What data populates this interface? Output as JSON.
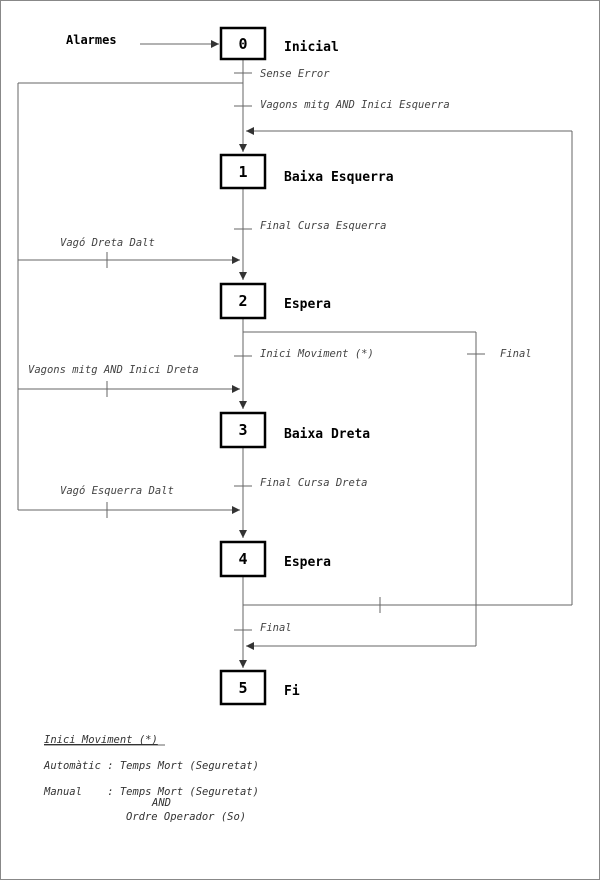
{
  "entry_label": "Alarmes",
  "steps": [
    {
      "number": "0",
      "label": "Inicial"
    },
    {
      "number": "1",
      "label": "Baixa Esquerra"
    },
    {
      "number": "2",
      "label": "Espera"
    },
    {
      "number": "3",
      "label": "Baixa Dreta"
    },
    {
      "number": "4",
      "label": "Espera"
    },
    {
      "number": "5",
      "label": "Fi"
    }
  ],
  "transitions": {
    "sense_error": "Sense Error",
    "vagons_mitg_inici_esquerra": "Vagons mitg AND Inici Esquerra",
    "final_cursa_esquerra": "Final Cursa Esquerra",
    "vago_dreta_dalt": "Vagó Dreta Dalt",
    "inici_moviment": "Inici Moviment (*)",
    "final_right": "Final",
    "vagons_mitg_inici_dreta": "Vagons mitg AND Inici Dreta",
    "final_cursa_dreta": "Final Cursa Dreta",
    "vago_esquerra_dalt": "Vagó Esquerra Dalt",
    "final_bottom": "Final"
  },
  "notes": {
    "title": "Inici Moviment (*)",
    "line1": "Automàtic : Temps Mort (Seguretat)",
    "line2": "Manual    : Temps Mort (Seguretat)",
    "line3": "AND",
    "line4": "Ordre Operador (So)"
  }
}
